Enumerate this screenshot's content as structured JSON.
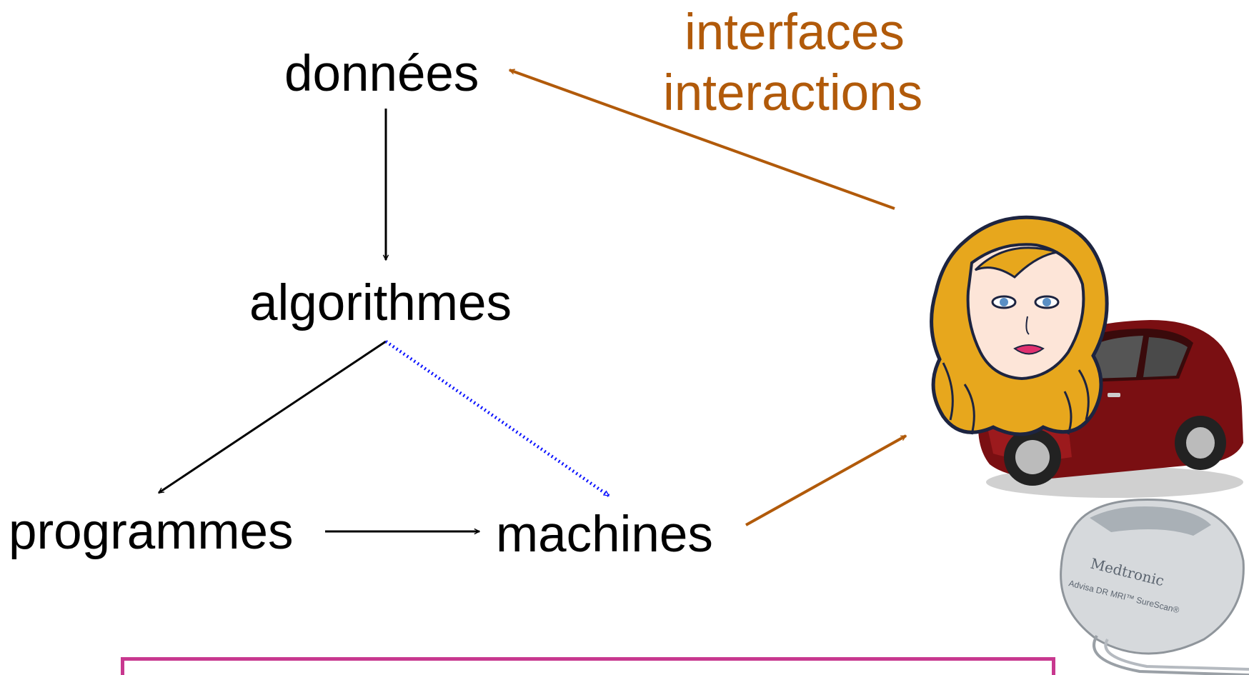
{
  "nodes": {
    "donnees": "données",
    "algorithmes": "algorithmes",
    "programmes": "programmes",
    "machines": "machines"
  },
  "interface_label": {
    "line1": "interfaces",
    "line2": "interactions"
  },
  "device": {
    "brand": "Medtronic",
    "model": "Advisa DR MRI™ SureScan®"
  },
  "colors": {
    "text": "#000000",
    "human_link": "#b15a0a",
    "dotted_link": "#0b12ff",
    "box_border": "#c8388f"
  },
  "icons": {
    "person": "woman-portrait-icon",
    "car": "red-car-icon",
    "implant": "pacemaker-icon"
  }
}
